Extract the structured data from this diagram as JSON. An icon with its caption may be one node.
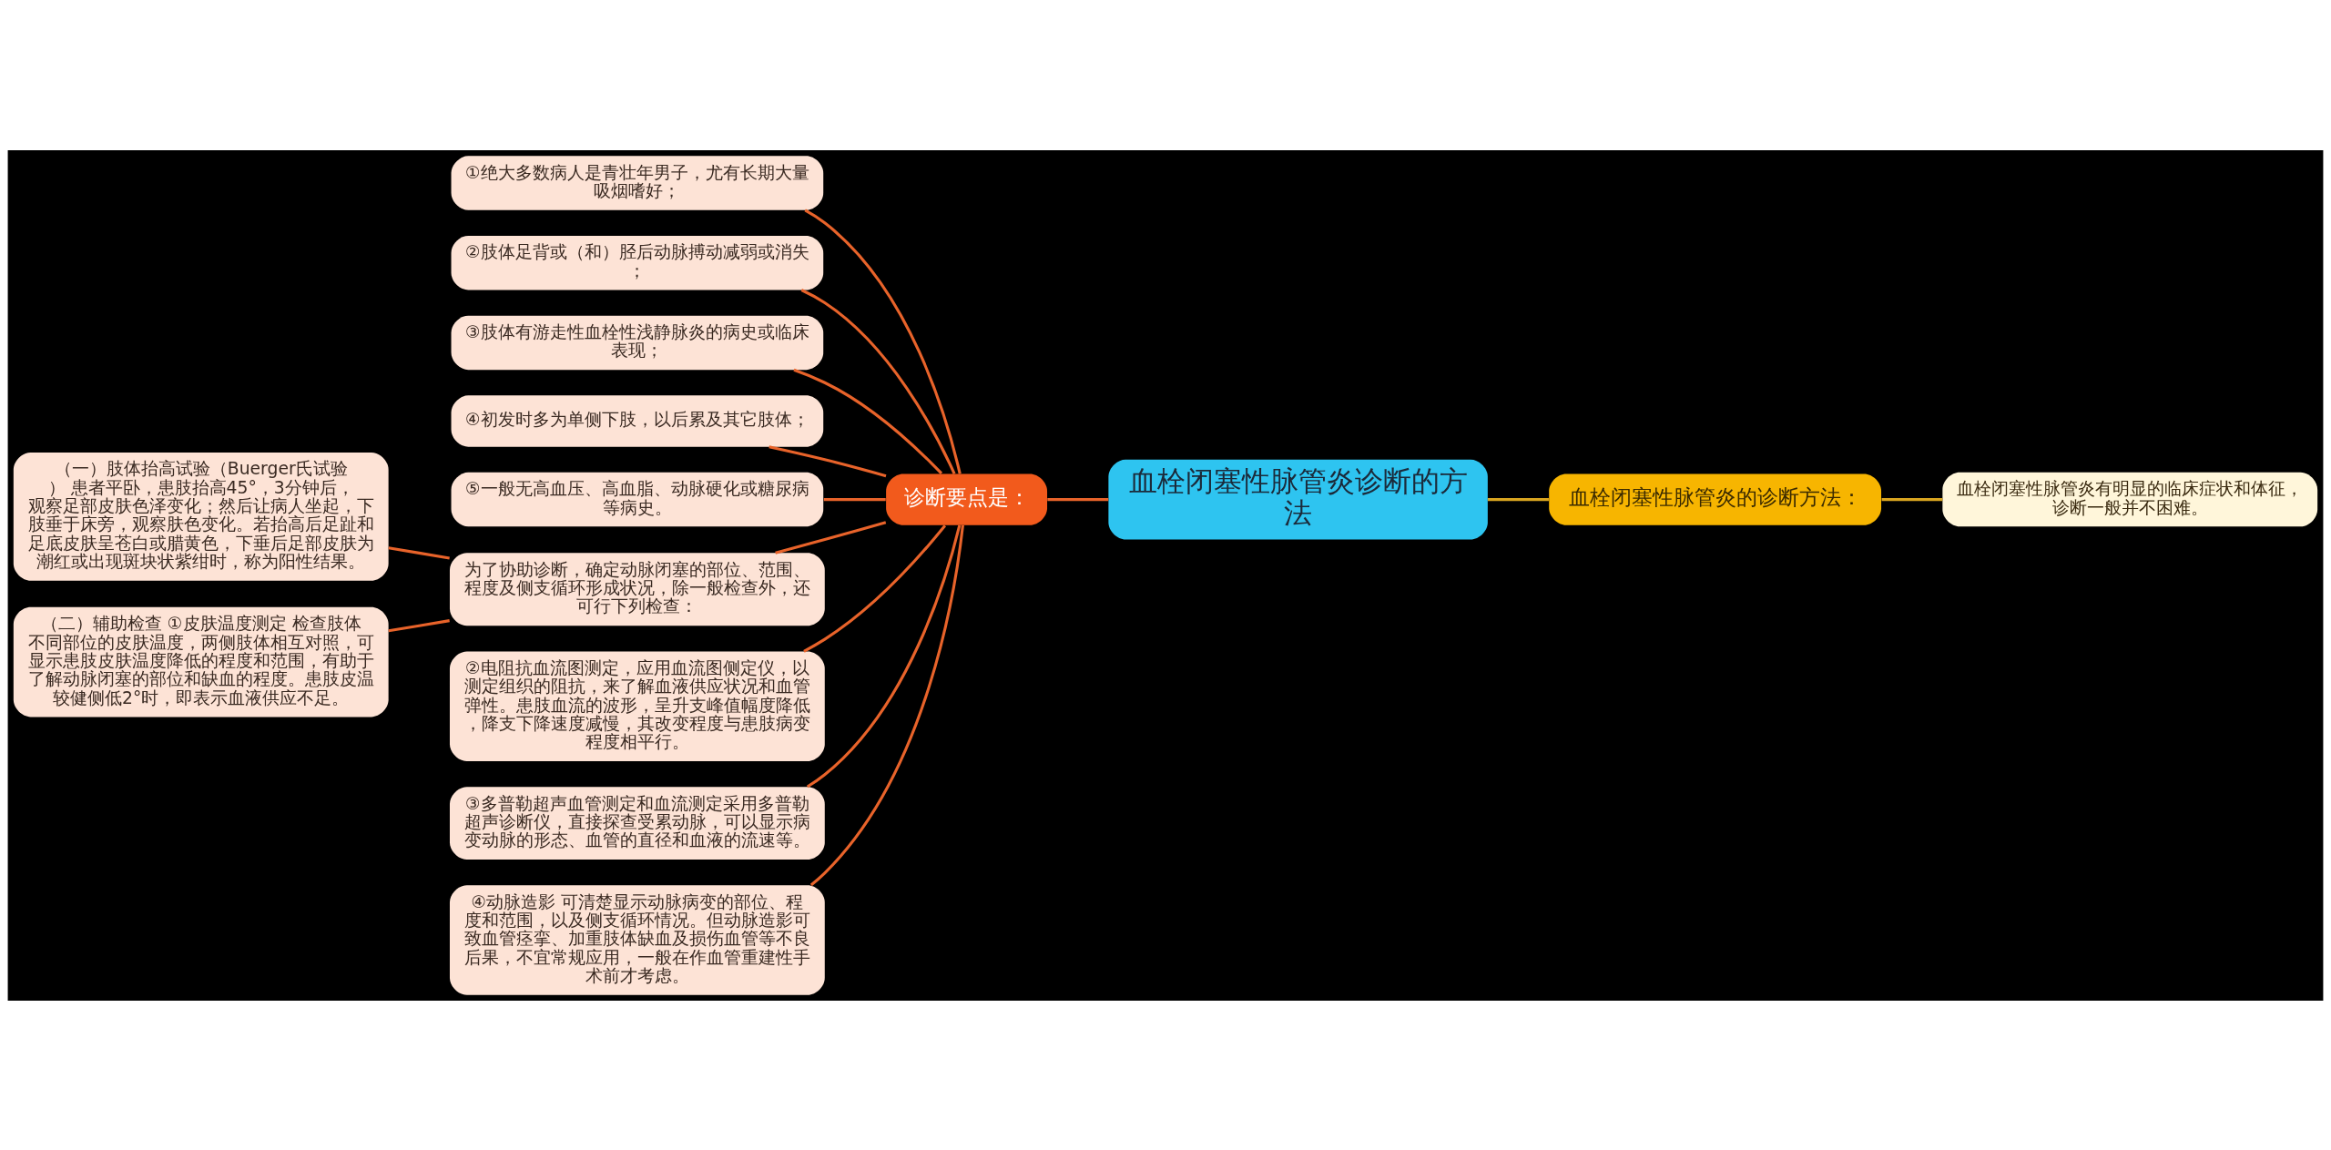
{
  "diagram": {
    "nodes": [
      {
        "text": [
          "血栓闭塞性脉管炎诊断的方法"
        ]
      },
      {
        "text": [
          "诊断要点是："
        ]
      },
      {
        "text": [
          "①绝大多数病人是青壮年男子，尤有长期大量吸烟嗜好；"
        ]
      },
      {
        "text": [
          "②肢体足背或（和）胫后动脉搏动减弱或消失；"
        ]
      },
      {
        "text": [
          "③肢体有游走性血栓性浅静脉炎的病史或临床表现；"
        ]
      },
      {
        "text": [
          "④初发时多为单侧下肢，以后累及其它肢体；"
        ]
      },
      {
        "text": [
          "⑤一般无高血压、高血脂、动脉硬化或糖尿病等病史。"
        ]
      },
      {
        "text": [
          "为了协助诊断，确定动脉闭塞的部位、范围、程度及侧支循环形成状况，除一般检查外，还可行下列检查："
        ]
      },
      {
        "text": [
          "（一）肢体抬高试验（Buerger氏试验） 患者平卧，患肢抬高45°，3分钟后，观察足部皮肤色泽变化；然后让病人坐起，下肢垂于床旁，观察肤色变化。若抬高后足趾和足底皮肤呈苍白或腊黄色，下垂后足部皮肤为潮红或出现斑块状紫绀时，称为阳性结果。"
        ]
      },
      {
        "text": [
          "（二）辅助检查 ①皮肤温度测定 检查肢体不同部位的皮肤温度，两侧肢体相互对照，可显示患肢皮肤温度降低的程度和范围，有助于了解动脉闭塞的部位和缺血的程度。患肢皮温较健侧低2°时，即表示血液供应不足。"
        ]
      },
      {
        "text": [
          "②电阻抗血流图测定，应用血流图侧定仪，以测定组织的阻抗，来了解血液供应状况和血管弹性。患肢血流的波形，呈升支峰值幅度降低，降支下降速度减慢，其改变程度与患肢病变程度相平行。"
        ]
      },
      {
        "text": [
          "③多普勒超声血管测定和血流测定采用多普勒超声诊断仪，直接探查受累动脉，可以显示病变动脉的形态、血管的直径和血液的流速等。"
        ]
      },
      {
        "text": [
          "④动脉造影 可清楚显示动脉病变的部位、程度和范围，以及侧支循环情况。但动脉造影可致血管痉挛、加重肢体缺血及损伤血管等不良后果，不宜常规应用，一般在作血管重建性手术前才考虑。"
        ]
      },
      {
        "text": [
          "血栓闭塞性脉管炎的诊断方法："
        ]
      },
      {
        "text": [
          "血栓闭塞性脉管炎有明显的临床症状和体征，诊断一般并不困难。"
        ]
      }
    ],
    "edges": [
      {
        "from": 0,
        "to": 1,
        "arrow": "none"
      },
      {
        "from": 1,
        "to": 2,
        "arrow": "none"
      },
      {
        "from": 1,
        "to": 3,
        "arrow": "none"
      },
      {
        "from": 1,
        "to": 4,
        "arrow": "none"
      },
      {
        "from": 1,
        "to": 5,
        "arrow": "none"
      },
      {
        "from": 1,
        "to": 6,
        "arrow": "none"
      },
      {
        "from": 1,
        "to": 7,
        "arrow": "none"
      },
      {
        "from": 7,
        "to": 8,
        "arrow": "none"
      },
      {
        "from": 7,
        "to": 9,
        "arrow": "none"
      },
      {
        "from": 1,
        "to": 10,
        "arrow": "none"
      },
      {
        "from": 1,
        "to": 11,
        "arrow": "none"
      },
      {
        "from": 1,
        "to": 12,
        "arrow": "none"
      },
      {
        "from": 13,
        "to": 0,
        "arrow": "none",
        "color": "#d9a520"
      },
      {
        "from": 14,
        "to": 13,
        "arrow": "none",
        "color": "#d9a520"
      }
    ]
  }
}
